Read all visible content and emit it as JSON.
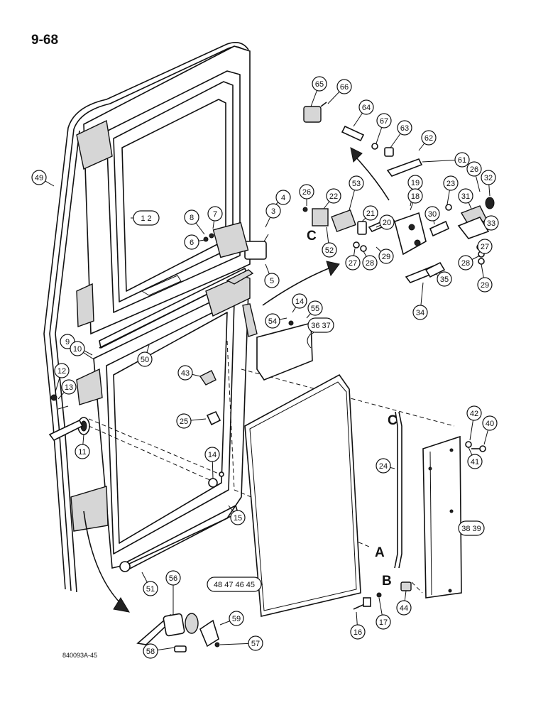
{
  "page_number": "9-68",
  "figure_code": "840093A-45",
  "letter_labels": [
    "C",
    "C",
    "A",
    "B"
  ],
  "callouts": [
    {
      "id": "c65",
      "text": "65"
    },
    {
      "id": "c66",
      "text": "66"
    },
    {
      "id": "c64",
      "text": "64"
    },
    {
      "id": "c67",
      "text": "67"
    },
    {
      "id": "c63",
      "text": "63"
    },
    {
      "id": "c62",
      "text": "62"
    },
    {
      "id": "c61",
      "text": "61"
    },
    {
      "id": "c49",
      "text": "49"
    },
    {
      "id": "c12",
      "text": "1 2"
    },
    {
      "id": "c4",
      "text": "4"
    },
    {
      "id": "c3",
      "text": "3"
    },
    {
      "id": "c8",
      "text": "8"
    },
    {
      "id": "c7",
      "text": "7"
    },
    {
      "id": "c6",
      "text": "6"
    },
    {
      "id": "c5",
      "text": "5"
    },
    {
      "id": "c26a",
      "text": "26"
    },
    {
      "id": "c22",
      "text": "22"
    },
    {
      "id": "c53",
      "text": "53"
    },
    {
      "id": "c21",
      "text": "21"
    },
    {
      "id": "c20",
      "text": "20"
    },
    {
      "id": "c19",
      "text": "19"
    },
    {
      "id": "c18",
      "text": "18"
    },
    {
      "id": "c23",
      "text": "23"
    },
    {
      "id": "c30",
      "text": "30"
    },
    {
      "id": "c31",
      "text": "31"
    },
    {
      "id": "c26b",
      "text": "26"
    },
    {
      "id": "c32",
      "text": "32"
    },
    {
      "id": "c52",
      "text": "52"
    },
    {
      "id": "c27a",
      "text": "27"
    },
    {
      "id": "c28a",
      "text": "28"
    },
    {
      "id": "c29a",
      "text": "29"
    },
    {
      "id": "c33",
      "text": "33"
    },
    {
      "id": "c27b",
      "text": "27"
    },
    {
      "id": "c28b",
      "text": "28"
    },
    {
      "id": "c35",
      "text": "35"
    },
    {
      "id": "c29b",
      "text": "29"
    },
    {
      "id": "c34",
      "text": "34"
    },
    {
      "id": "c14a",
      "text": "14"
    },
    {
      "id": "c55",
      "text": "55"
    },
    {
      "id": "c54",
      "text": "54"
    },
    {
      "id": "c3637",
      "text": "36 37"
    },
    {
      "id": "c9",
      "text": "9"
    },
    {
      "id": "c10",
      "text": "10"
    },
    {
      "id": "c50",
      "text": "50"
    },
    {
      "id": "c43",
      "text": "43"
    },
    {
      "id": "c12b",
      "text": "12"
    },
    {
      "id": "c13",
      "text": "13"
    },
    {
      "id": "c11",
      "text": "11"
    },
    {
      "id": "c25",
      "text": "25"
    },
    {
      "id": "c42",
      "text": "42"
    },
    {
      "id": "c40",
      "text": "40"
    },
    {
      "id": "c41",
      "text": "41"
    },
    {
      "id": "c24",
      "text": "24"
    },
    {
      "id": "c14b",
      "text": "14"
    },
    {
      "id": "c15",
      "text": "15"
    },
    {
      "id": "c3839",
      "text": "38 39"
    },
    {
      "id": "c51",
      "text": "51"
    },
    {
      "id": "c56",
      "text": "56"
    },
    {
      "id": "c48",
      "text": "48 47 46 45"
    },
    {
      "id": "c59",
      "text": "59"
    },
    {
      "id": "c17",
      "text": "17"
    },
    {
      "id": "c44",
      "text": "44"
    },
    {
      "id": "c16",
      "text": "16"
    },
    {
      "id": "c57",
      "text": "57"
    },
    {
      "id": "c58",
      "text": "58"
    }
  ]
}
